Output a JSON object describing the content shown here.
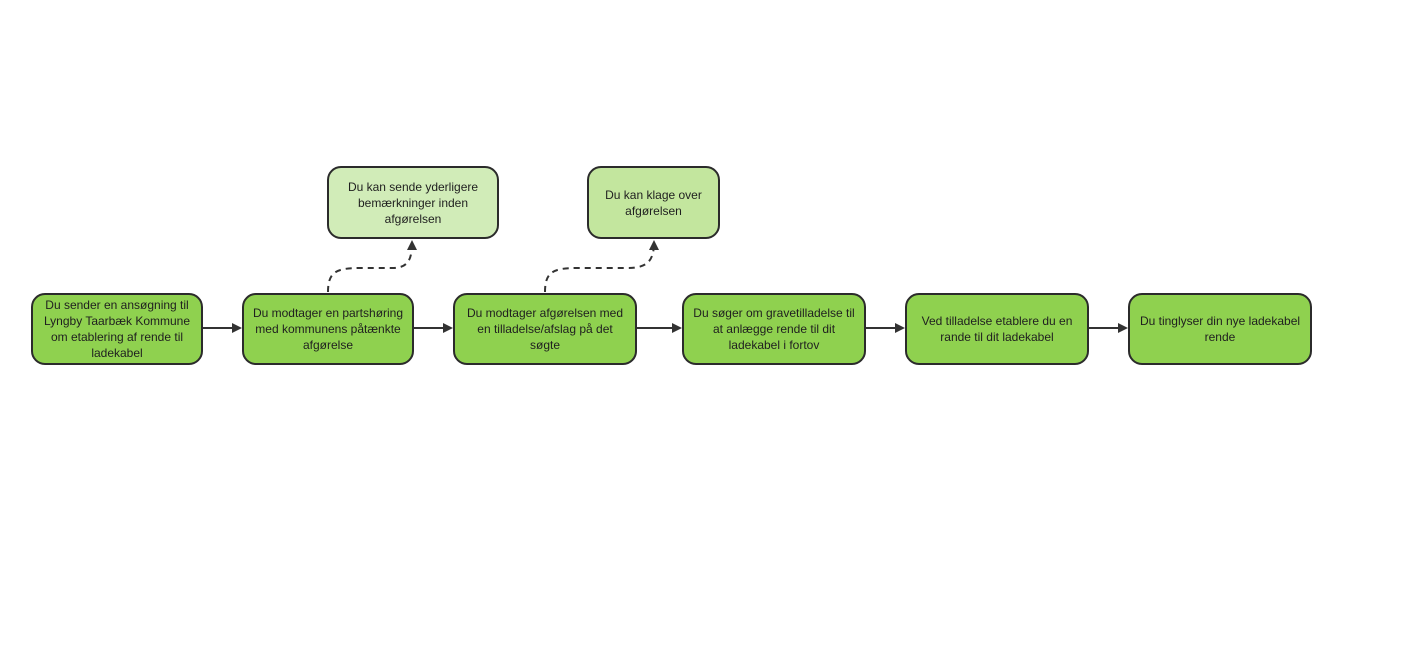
{
  "flow": {
    "steps": [
      {
        "label": "Du sender en ansøgning til Lyngby Taarbæk Kommune om etablering af rende til ladekabel"
      },
      {
        "label": "Du modtager en partshøring med kommunens påtænkte afgørelse"
      },
      {
        "label": "Du modtager afgørelsen med en  tilladelse/afslag på det søgte"
      },
      {
        "label": "Du søger om gravetilladelse til at anlægge rende til dit ladekabel i fortov"
      },
      {
        "label": "Ved tilladelse etablere du en rande til dit ladekabel"
      },
      {
        "label": "Du tinglyser din nye ladekabel rende"
      }
    ],
    "side_notes": [
      {
        "label": "Du kan sende yderligere bemærkninger inden afgørelsen"
      },
      {
        "label": "Du kan klage over afgørelsen"
      }
    ]
  },
  "colors": {
    "step_fill": "#8fd14f",
    "note_fill_1": "#d1ecb8",
    "note_fill_2": "#c3e69e",
    "stroke": "#2b2b2b",
    "connector": "#333333"
  }
}
